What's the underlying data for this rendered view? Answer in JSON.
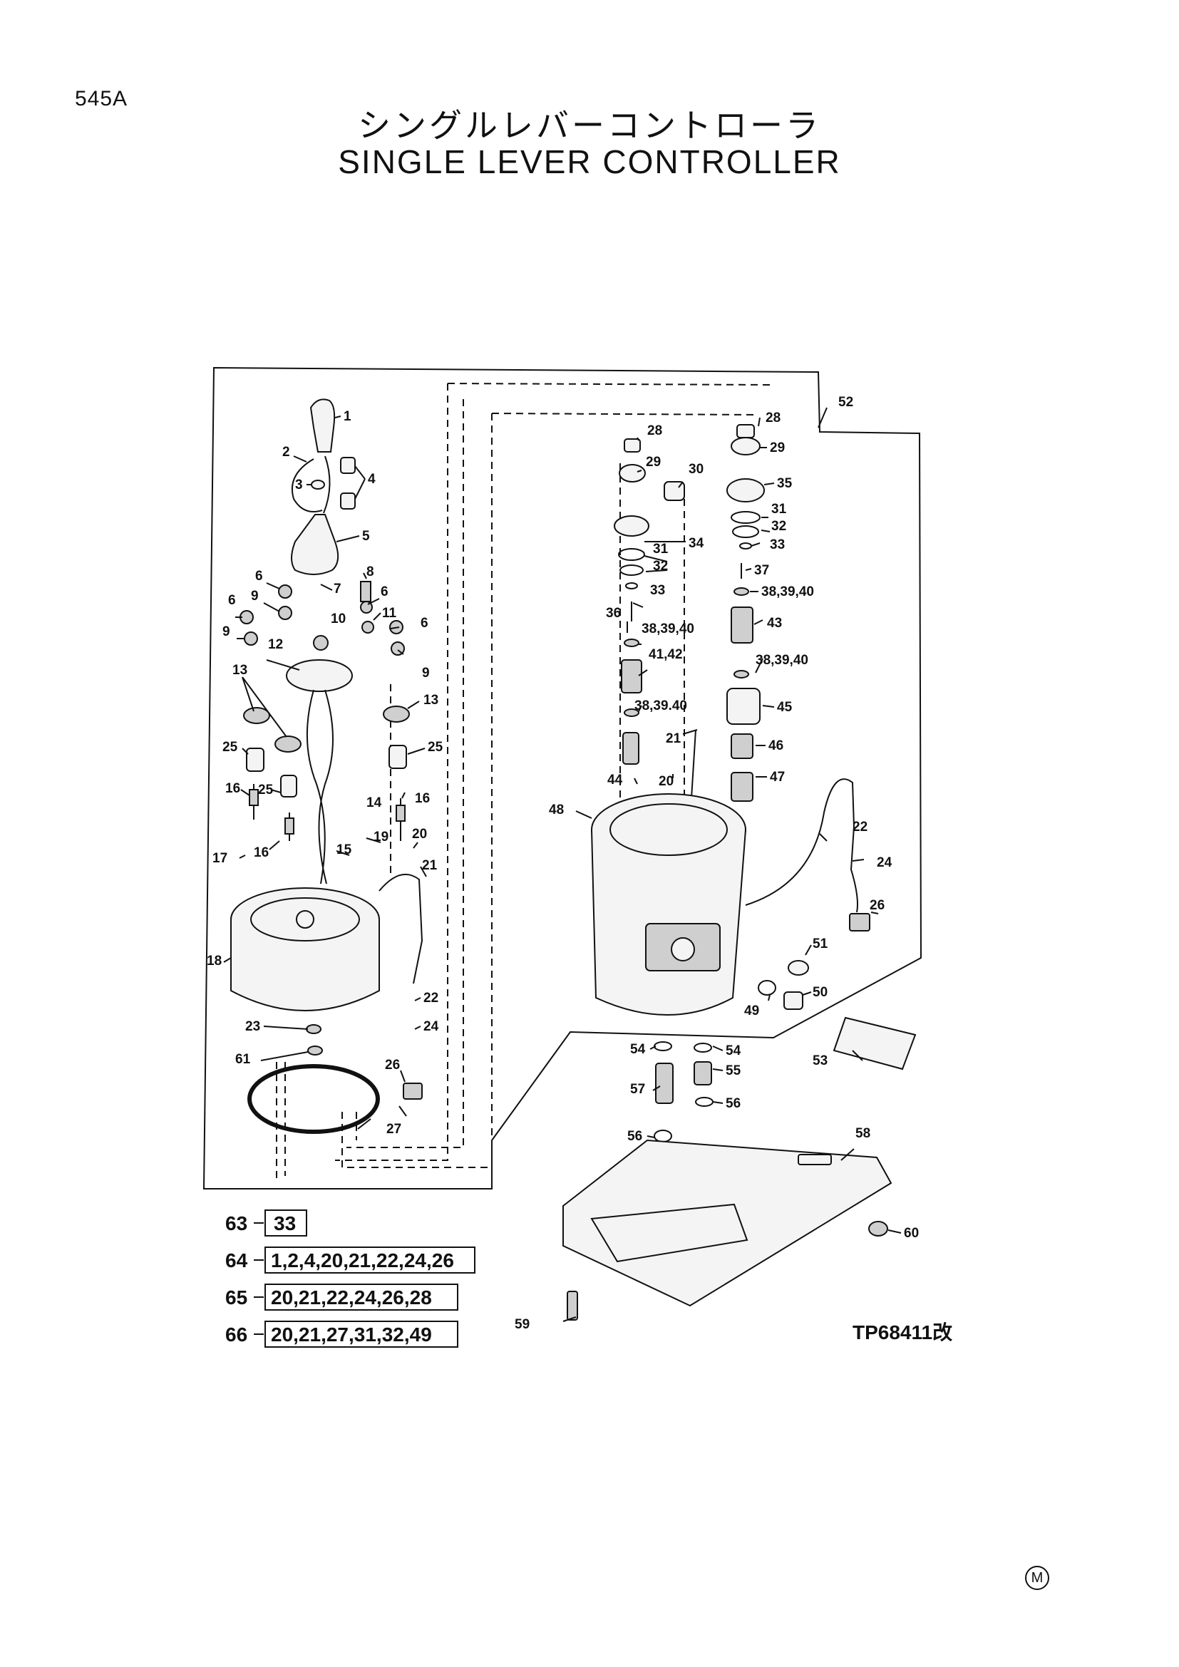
{
  "page_code": "545A",
  "title_jp": "シングルレバーコントローラ",
  "title_en": "SINGLE LEVER CONTROLLER",
  "figure_id": "TP68411改",
  "corner_mark": "M",
  "callouts": {
    "c1": "1",
    "c2": "2",
    "c3": "3",
    "c4": "4",
    "c5": "5",
    "c6a": "6",
    "c6b": "6",
    "c6c": "6",
    "c6d": "6",
    "c7": "7",
    "c8": "8",
    "c9a": "9",
    "c9b": "9",
    "c9c": "9",
    "c10": "10",
    "c11": "11",
    "c12": "12",
    "c13a": "13",
    "c13b": "13",
    "c14": "14",
    "c15": "15",
    "c16a": "16",
    "c16b": "16",
    "c16c": "16",
    "c17": "17",
    "c18": "18",
    "c19": "19",
    "c20a": "20",
    "c20b": "20",
    "c21a": "21",
    "c21b": "21",
    "c22a": "22",
    "c22b": "22",
    "c23": "23",
    "c24a": "24",
    "c24b": "24",
    "c25a": "25",
    "c25b": "25",
    "c25c": "25",
    "c26a": "26",
    "c26b": "26",
    "c27": "27",
    "c28a": "28",
    "c28b": "28",
    "c29a": "29",
    "c29b": "29",
    "c30": "30",
    "c31a": "31",
    "c31b": "31",
    "c32a": "32",
    "c32b": "32",
    "c33a": "33",
    "c33b": "33",
    "c34": "34",
    "c35": "35",
    "c36": "36",
    "c37": "37",
    "c38a": "38,39,40",
    "c38b": "38,39,40",
    "c38c": "38,39,40",
    "c38d": "38,39.40",
    "c4142": "41,42",
    "c43": "43",
    "c44": "44",
    "c45": "45",
    "c46": "46",
    "c47": "47",
    "c48": "48",
    "c49": "49",
    "c50": "50",
    "c51": "51",
    "c52": "52",
    "c53": "53",
    "c54a": "54",
    "c54b": "54",
    "c55": "55",
    "c56a": "56",
    "c56b": "56",
    "c57": "57",
    "c58": "58",
    "c59": "59",
    "c60": "60",
    "c61": "61"
  },
  "kits": [
    {
      "no": "63",
      "parts": "33"
    },
    {
      "no": "64",
      "parts": "1,2,4,20,21,22,24,26"
    },
    {
      "no": "65",
      "parts": "20,21,22,24,26,28"
    },
    {
      "no": "66",
      "parts": "20,21,27,31,32,49"
    }
  ]
}
